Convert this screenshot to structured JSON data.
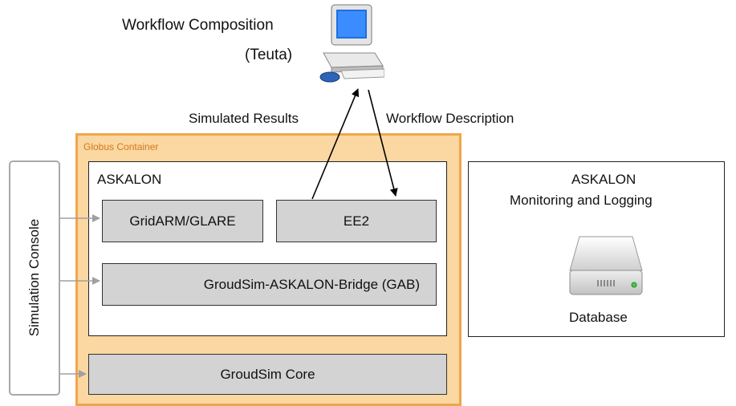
{
  "top": {
    "title_line1": "Workflow Composition",
    "title_line2": "(Teuta)",
    "simulated_results": "Simulated Results",
    "workflow_description": "Workflow Description"
  },
  "globus": {
    "label": "Globus Container"
  },
  "askalon": {
    "title": "ASKALON",
    "gridarm": "GridARM/GLARE",
    "ee2": "EE2",
    "gab": "GroudSim-ASKALON-Bridge (GAB)"
  },
  "core": {
    "label": "GroudSim Core"
  },
  "console": {
    "label": "Simulation Console"
  },
  "monitoring": {
    "title_line1": "ASKALON",
    "title_line2": "Monitoring and Logging",
    "database": "Database"
  },
  "colors": {
    "globus_fill": "#fbd7a1",
    "globus_border": "#f0a64a",
    "component_fill": "#d3d3d3"
  },
  "icons": [
    "computer-icon",
    "database-icon"
  ]
}
